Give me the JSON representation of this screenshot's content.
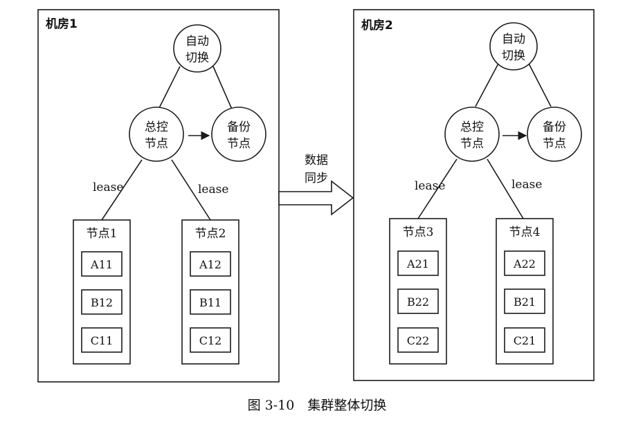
{
  "rooms": [
    {
      "title": "机房1",
      "auto_switch": [
        "自动",
        "切换"
      ],
      "master": [
        "总控",
        "节点"
      ],
      "backup": [
        "备份",
        "节点"
      ],
      "lease_left": "lease",
      "lease_right": "lease",
      "nodes": [
        {
          "title": "节点1",
          "items": [
            "A11",
            "B12",
            "C11"
          ]
        },
        {
          "title": "节点2",
          "items": [
            "A12",
            "B11",
            "C12"
          ]
        }
      ]
    },
    {
      "title": "机房2",
      "auto_switch": [
        "自动",
        "切换"
      ],
      "master": [
        "总控",
        "节点"
      ],
      "backup": [
        "备份",
        "节点"
      ],
      "lease_left": "lease",
      "lease_right": "lease",
      "nodes": [
        {
          "title": "节点3",
          "items": [
            "A21",
            "B22",
            "C22"
          ]
        },
        {
          "title": "节点4",
          "items": [
            "A22",
            "B21",
            "C21"
          ]
        }
      ]
    }
  ],
  "sync_label": [
    "数据",
    "同步"
  ],
  "caption": "图 3-10　集群整体切换"
}
